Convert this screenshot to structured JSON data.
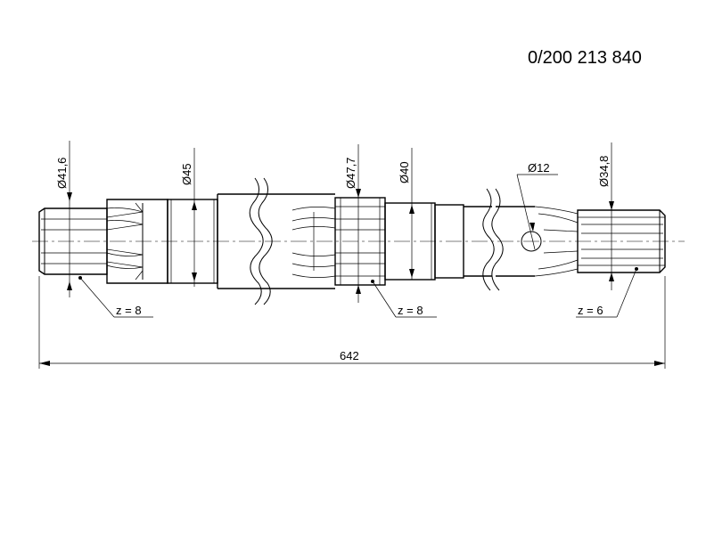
{
  "drawing": {
    "part_number": "0/200 213 840",
    "dimensions": {
      "d1": "Ø41,6",
      "d2": "Ø45",
      "d3": "Ø47,7",
      "d4": "Ø40",
      "d5": "Ø12",
      "d6": "Ø34,8",
      "total_length": "642"
    },
    "spline_callouts": {
      "left": "z = 8",
      "middle": "z = 8",
      "right": "z = 6"
    }
  }
}
